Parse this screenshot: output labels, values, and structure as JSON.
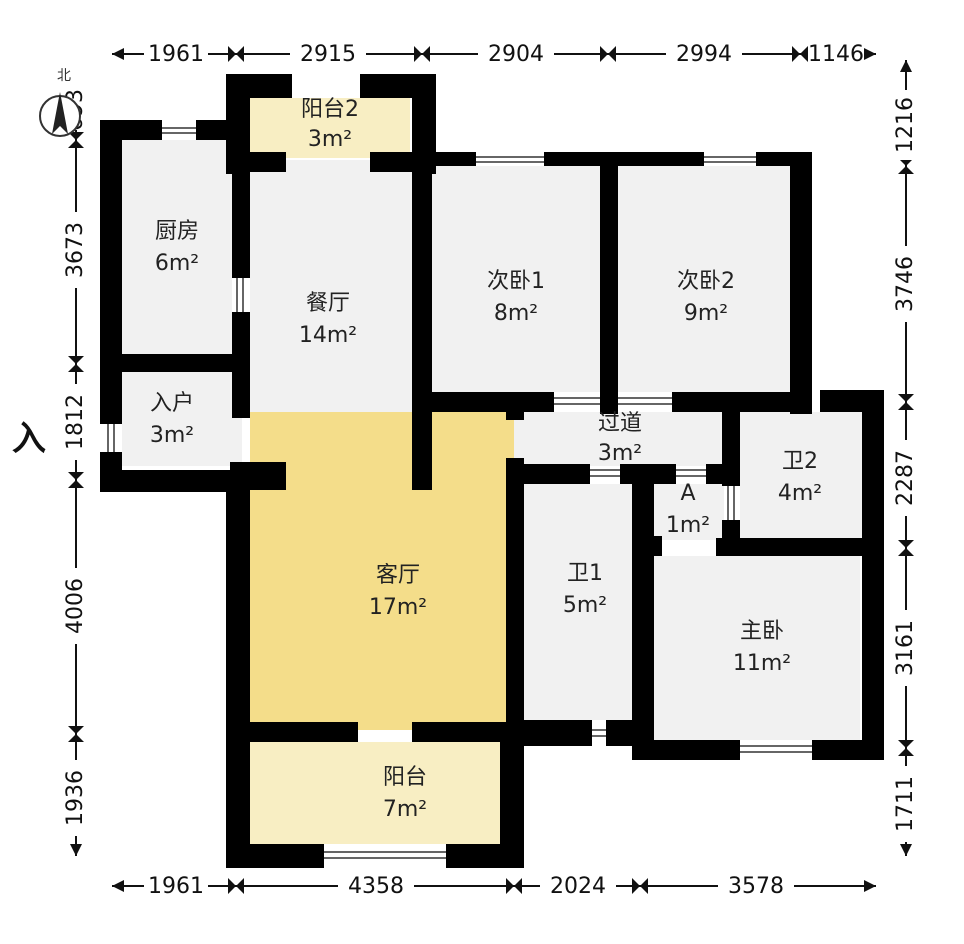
{
  "compass": {
    "label": "北",
    "icon": "compass-north-icon"
  },
  "entrance": {
    "label": "入"
  },
  "colors": {
    "wall": "#000000",
    "floor_default": "#f1f1f1",
    "floor_living": "#f4dd8a",
    "floor_balcony": "#f8eec3",
    "dimension_line": "#111111"
  },
  "rooms": [
    {
      "id": "balcony2",
      "name": "阳台2",
      "area": "3m²"
    },
    {
      "id": "kitchen",
      "name": "厨房",
      "area": "6m²"
    },
    {
      "id": "dining",
      "name": "餐厅",
      "area": "14m²"
    },
    {
      "id": "bed2a",
      "name": "次卧1",
      "area": "8m²"
    },
    {
      "id": "bed2b",
      "name": "次卧2",
      "area": "9m²"
    },
    {
      "id": "entry",
      "name": "入户",
      "area": "3m²"
    },
    {
      "id": "hall",
      "name": "过道",
      "area": "3m²"
    },
    {
      "id": "bath2",
      "name": "卫2",
      "area": "4m²"
    },
    {
      "id": "areaA",
      "name": "A",
      "area": "1m²"
    },
    {
      "id": "living",
      "name": "客厅",
      "area": "17m²"
    },
    {
      "id": "bath1",
      "name": "卫1",
      "area": "5m²"
    },
    {
      "id": "master",
      "name": "主卧",
      "area": "11m²"
    },
    {
      "id": "balcony",
      "name": "阳台",
      "area": "7m²"
    }
  ],
  "dimensions": {
    "top": [
      "1961",
      "2915",
      "2904",
      "2994",
      "1146"
    ],
    "bottom": [
      "1961",
      "4358",
      "2024",
      "3578"
    ],
    "left": [
      "693",
      "3673",
      "1812",
      "4006",
      "1936"
    ],
    "right": [
      "1216",
      "3746",
      "2287",
      "3161",
      "1711"
    ]
  }
}
